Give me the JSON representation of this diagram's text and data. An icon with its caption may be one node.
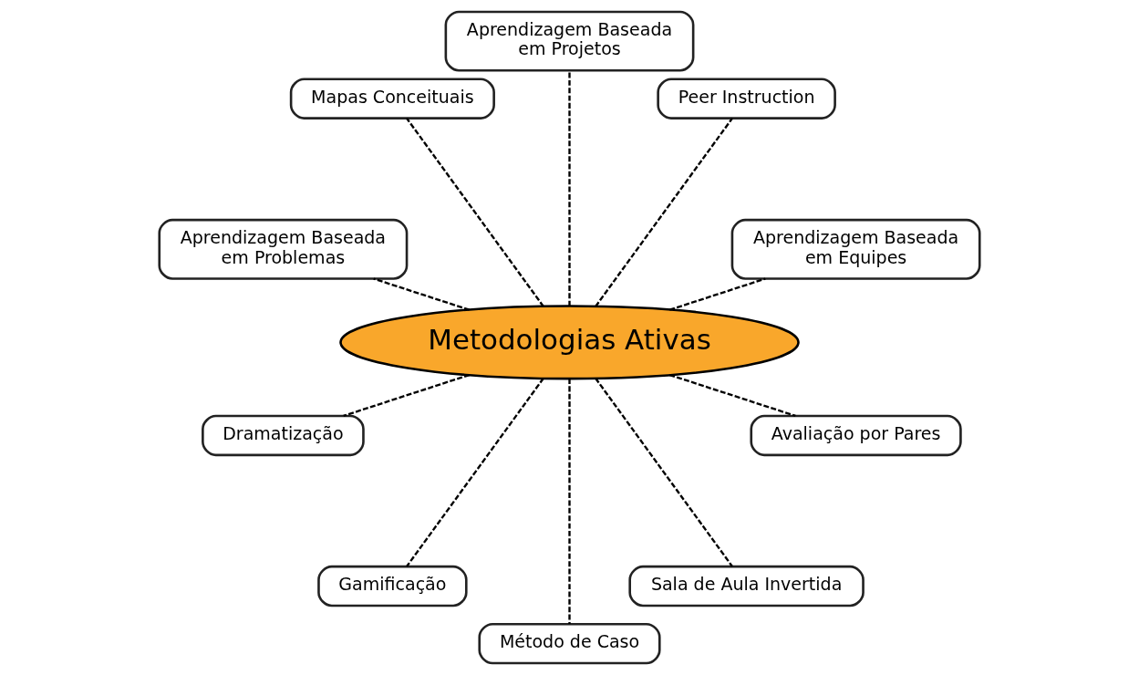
{
  "diagram": {
    "nodes": [
      {
        "text": [
          "Metodologias Ativas"
        ]
      },
      {
        "text": [
          "Aprendizagem Baseada em Equipes"
        ]
      },
      {
        "text": [
          "Peer Instruction"
        ]
      },
      {
        "text": [
          "Aprendizagem Baseada em Projetos"
        ]
      },
      {
        "text": [
          "Mapas Conceituais"
        ]
      },
      {
        "text": [
          "Aprendizagem Baseada em Problemas"
        ]
      },
      {
        "text": [
          "Dramatização"
        ]
      },
      {
        "text": [
          "Gamificação"
        ]
      },
      {
        "text": [
          "Método de Caso"
        ]
      },
      {
        "text": [
          "Sala de Aula Invertida"
        ]
      },
      {
        "text": [
          "Avaliação por Pares"
        ]
      }
    ],
    "edges": [
      {
        "from": 0,
        "to": 1,
        "arrow": "none",
        "style": "dashed"
      },
      {
        "from": 0,
        "to": 3,
        "arrow": "none",
        "style": "dashed"
      },
      {
        "from": 0,
        "to": 5,
        "arrow": "none",
        "style": "dashed"
      },
      {
        "from": 0,
        "to": 7,
        "arrow": "none",
        "style": "dashed"
      },
      {
        "from": 0,
        "to": 9,
        "arrow": "none",
        "style": "dashed"
      },
      {
        "from": 0,
        "to": 10,
        "arrow": "none",
        "style": "dashed"
      },
      {
        "from": 0,
        "to": 8,
        "arrow": "none",
        "style": "dashed"
      },
      {
        "from": 0,
        "to": 6,
        "arrow": "none",
        "style": "dashed"
      },
      {
        "from": 0,
        "to": 4,
        "arrow": "none",
        "style": "dashed"
      },
      {
        "from": 0,
        "to": 2,
        "arrow": "none",
        "style": "dashed"
      }
    ]
  }
}
